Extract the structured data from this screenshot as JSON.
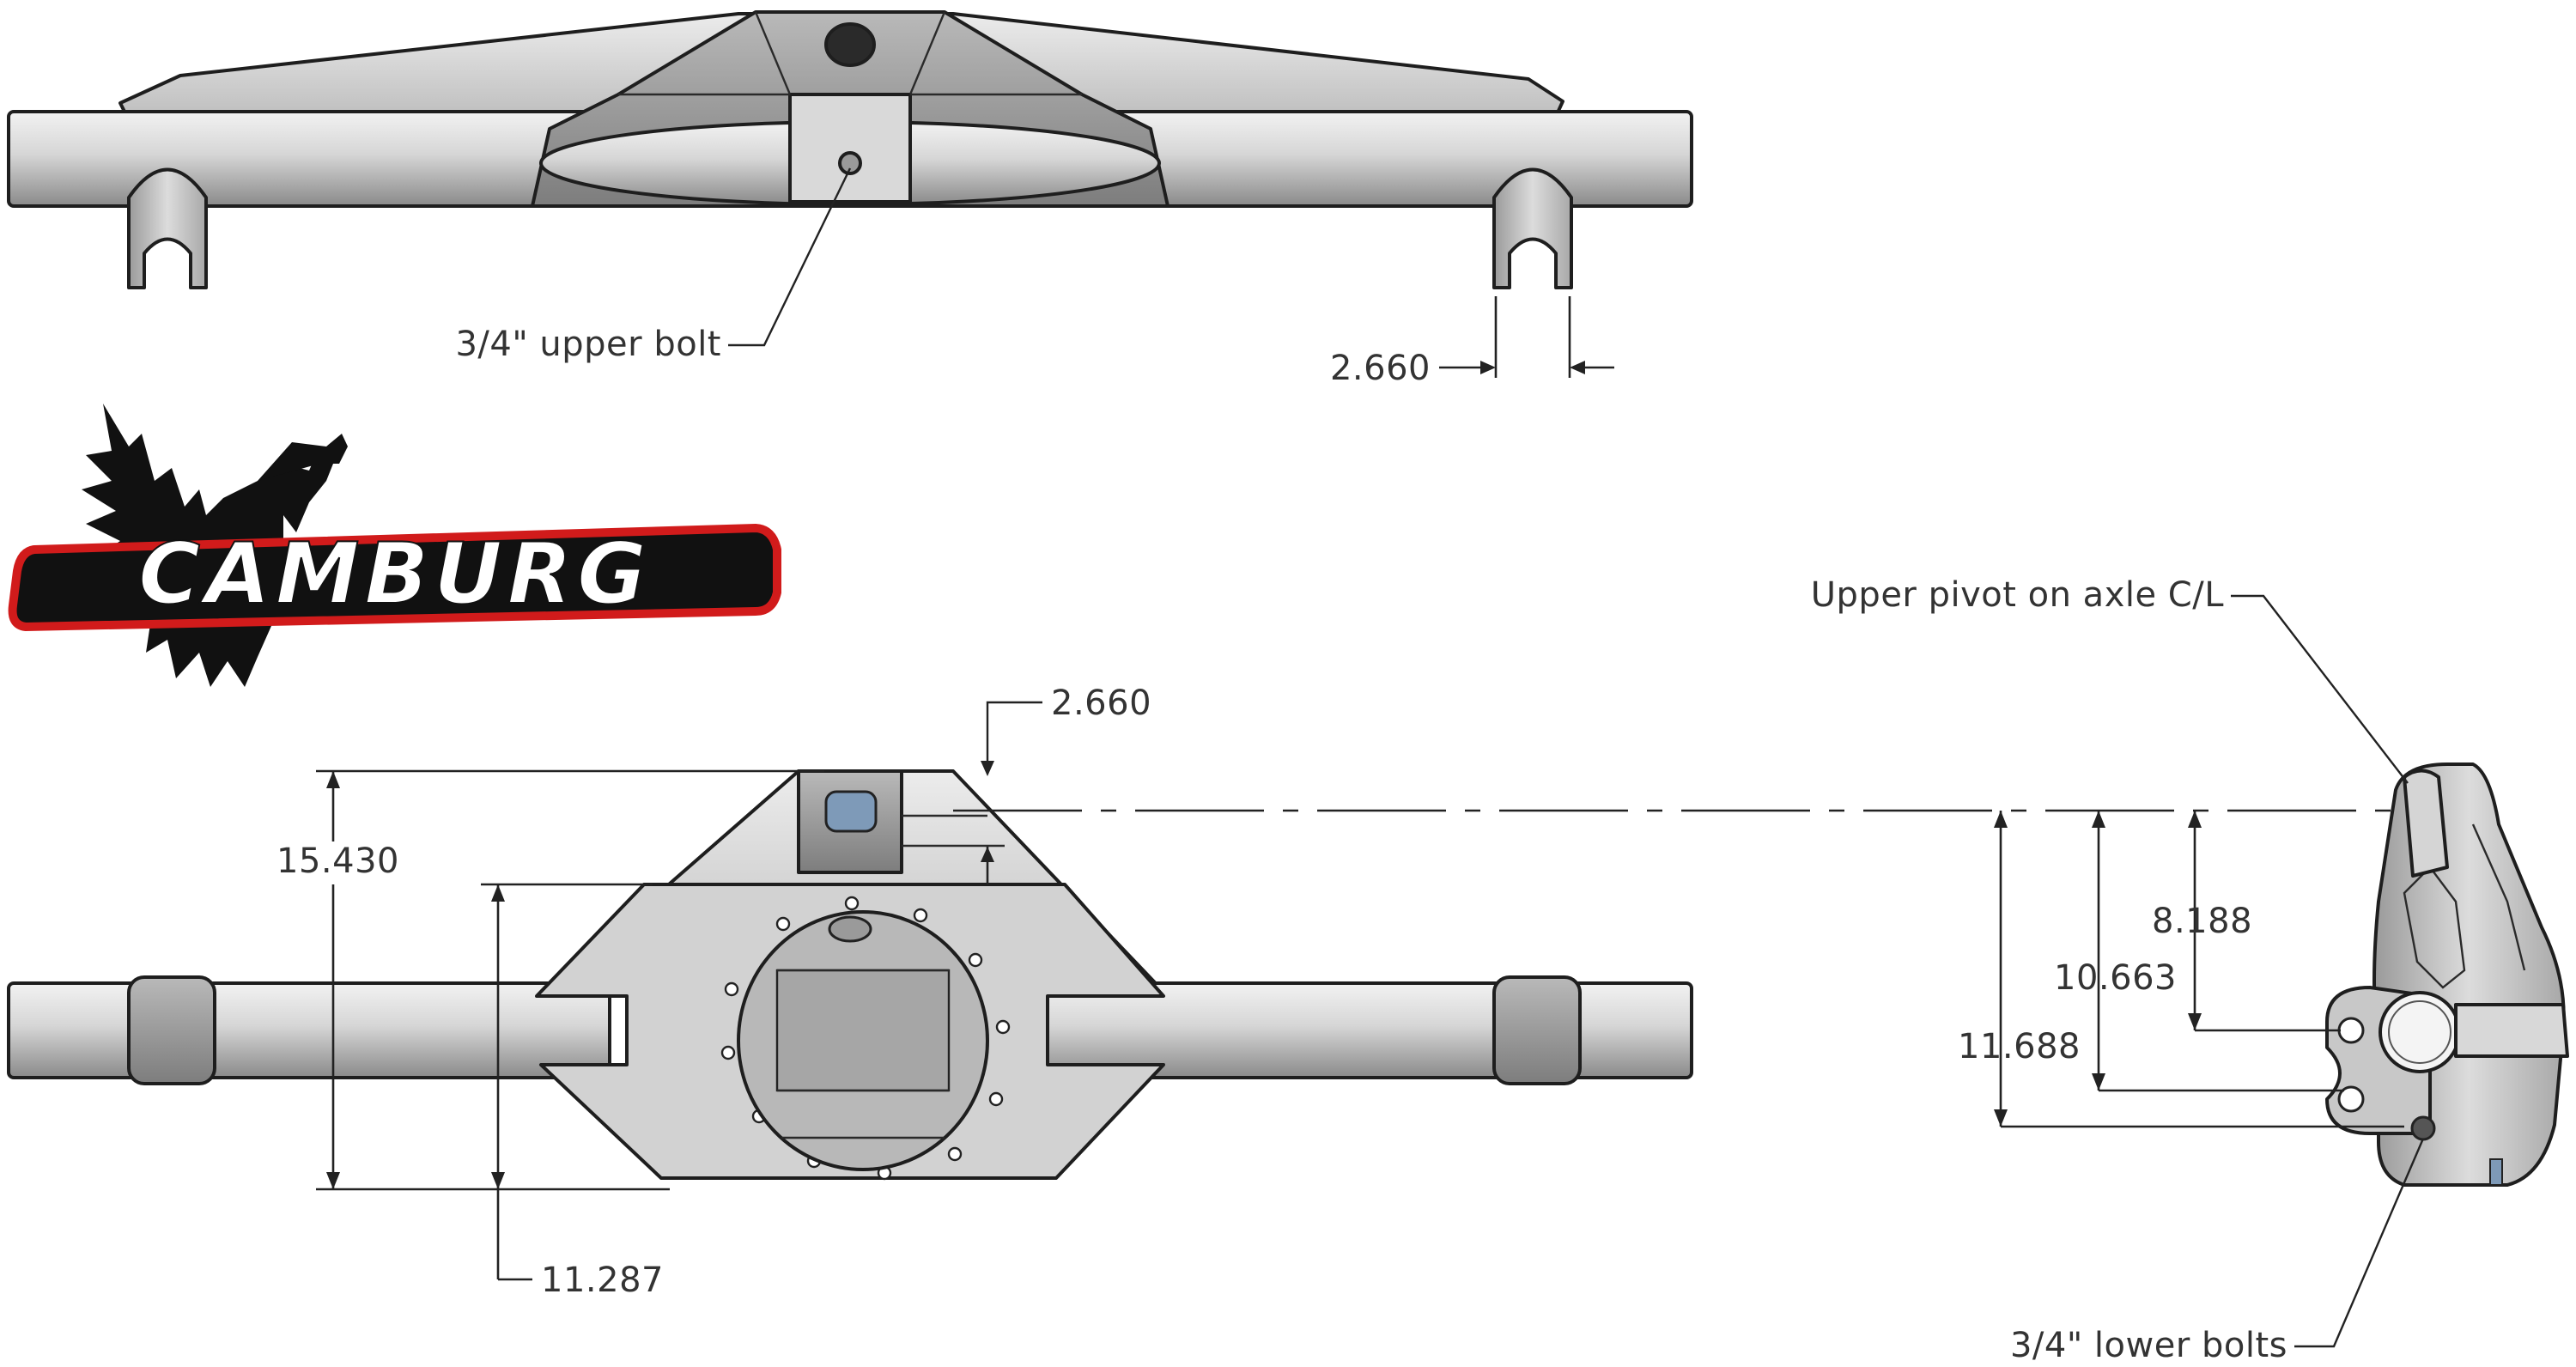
{
  "colors": {
    "part_light": "#e3e3e3",
    "part_mid": "#c4c4c4",
    "part_dark": "#8f8f8f",
    "outline": "#1e1e1e",
    "logo_red": "#d11b1b",
    "logo_black": "#111111",
    "label_text": "#333333"
  },
  "logo": {
    "brand_text": "CAMBURG"
  },
  "annotations": {
    "upper_bolt": "3/4\" upper bolt",
    "top_bracket_width": "2.660",
    "front_top_offset": "2.660",
    "overall_height": "15.430",
    "lower_height": "11.287",
    "upper_pivot": "Upper pivot on axle C/L",
    "dim_a": "8.188",
    "dim_b": "10.663",
    "dim_c": "11.688",
    "lower_bolts": "3/4\" lower bolts"
  }
}
